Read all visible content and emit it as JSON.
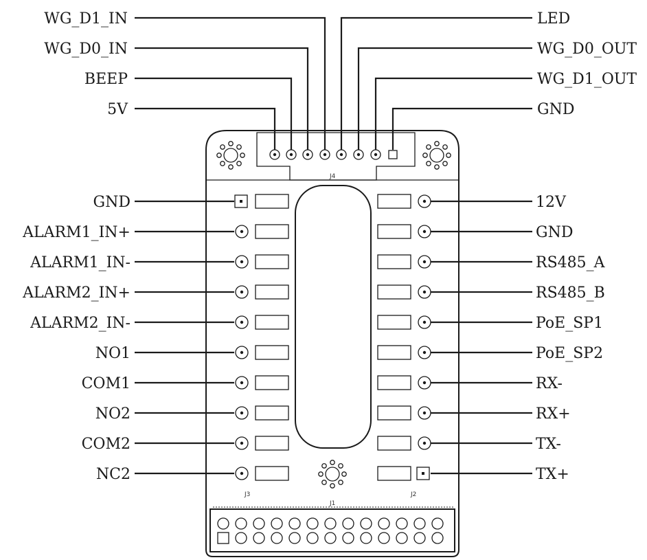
{
  "top_connector": {
    "label": "J4",
    "left_labels": [
      "WG_D1_IN",
      "WG_D0_IN",
      "BEEP",
      "5V"
    ],
    "right_labels": [
      "LED",
      "WG_D0_OUT",
      "WG_D1_OUT",
      "GND"
    ]
  },
  "left_connector": {
    "label": "J3",
    "pins": [
      "GND",
      "ALARM1_IN+",
      "ALARM1_IN-",
      "ALARM2_IN+",
      "ALARM2_IN-",
      "NO1",
      "COM1",
      "NO2",
      "COM2",
      "NC2"
    ]
  },
  "right_connector": {
    "label": "J2",
    "pins": [
      "12V",
      "GND",
      "RS485_A",
      "RS485_B",
      "PoE_SP1",
      "PoE_SP2",
      "RX-",
      "RX+",
      "TX-",
      "TX+"
    ]
  },
  "bottom_connector": {
    "label": "J1",
    "columns": 13,
    "rows": 2
  }
}
